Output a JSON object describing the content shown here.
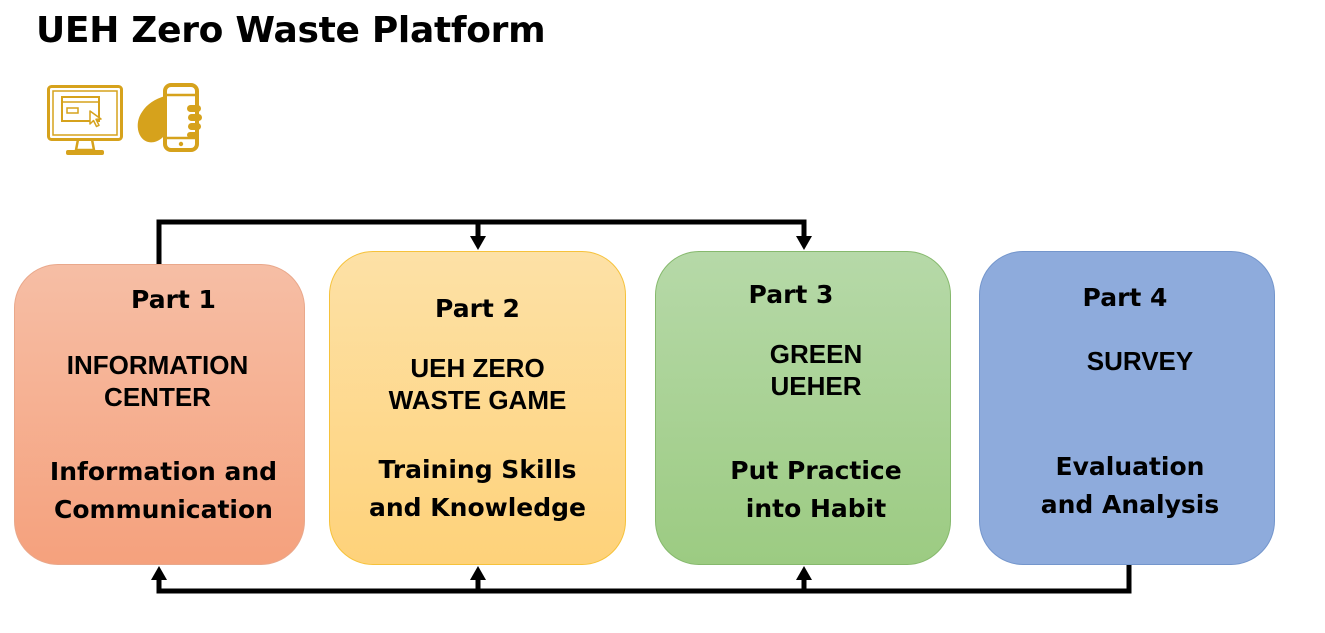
{
  "title": "UEH Zero Waste Platform",
  "icons": [
    "desktop-computer-icon",
    "smartphone-in-hand-icon"
  ],
  "colors": {
    "icon_gold": "#d6a21c",
    "part1": "#f5a882",
    "part2": "#fed47f",
    "part3": "#a6d08e",
    "part4": "#8eabdc",
    "connector": "#000000"
  },
  "parts": [
    {
      "label": "Part 1",
      "name": "INFORMATION\nCENTER",
      "description": "Information and\nCommunication"
    },
    {
      "label": "Part 2",
      "name": "UEH ZERO\nWASTE GAME",
      "description": "Training Skills\nand Knowledge"
    },
    {
      "label": "Part 3",
      "name": "GREEN\nUEHER",
      "description": "Put Practice\ninto Habit"
    },
    {
      "label": "Part 4",
      "name": "SURVEY",
      "description": "Evaluation\nand Analysis"
    }
  ],
  "flows": [
    {
      "from": "Part 1",
      "to": "Part 2"
    },
    {
      "from": "Part 1",
      "to": "Part 3"
    },
    {
      "from": "Part 4",
      "to": "Part 1"
    },
    {
      "from": "Part 4",
      "to": "Part 2"
    },
    {
      "from": "Part 4",
      "to": "Part 3"
    }
  ]
}
